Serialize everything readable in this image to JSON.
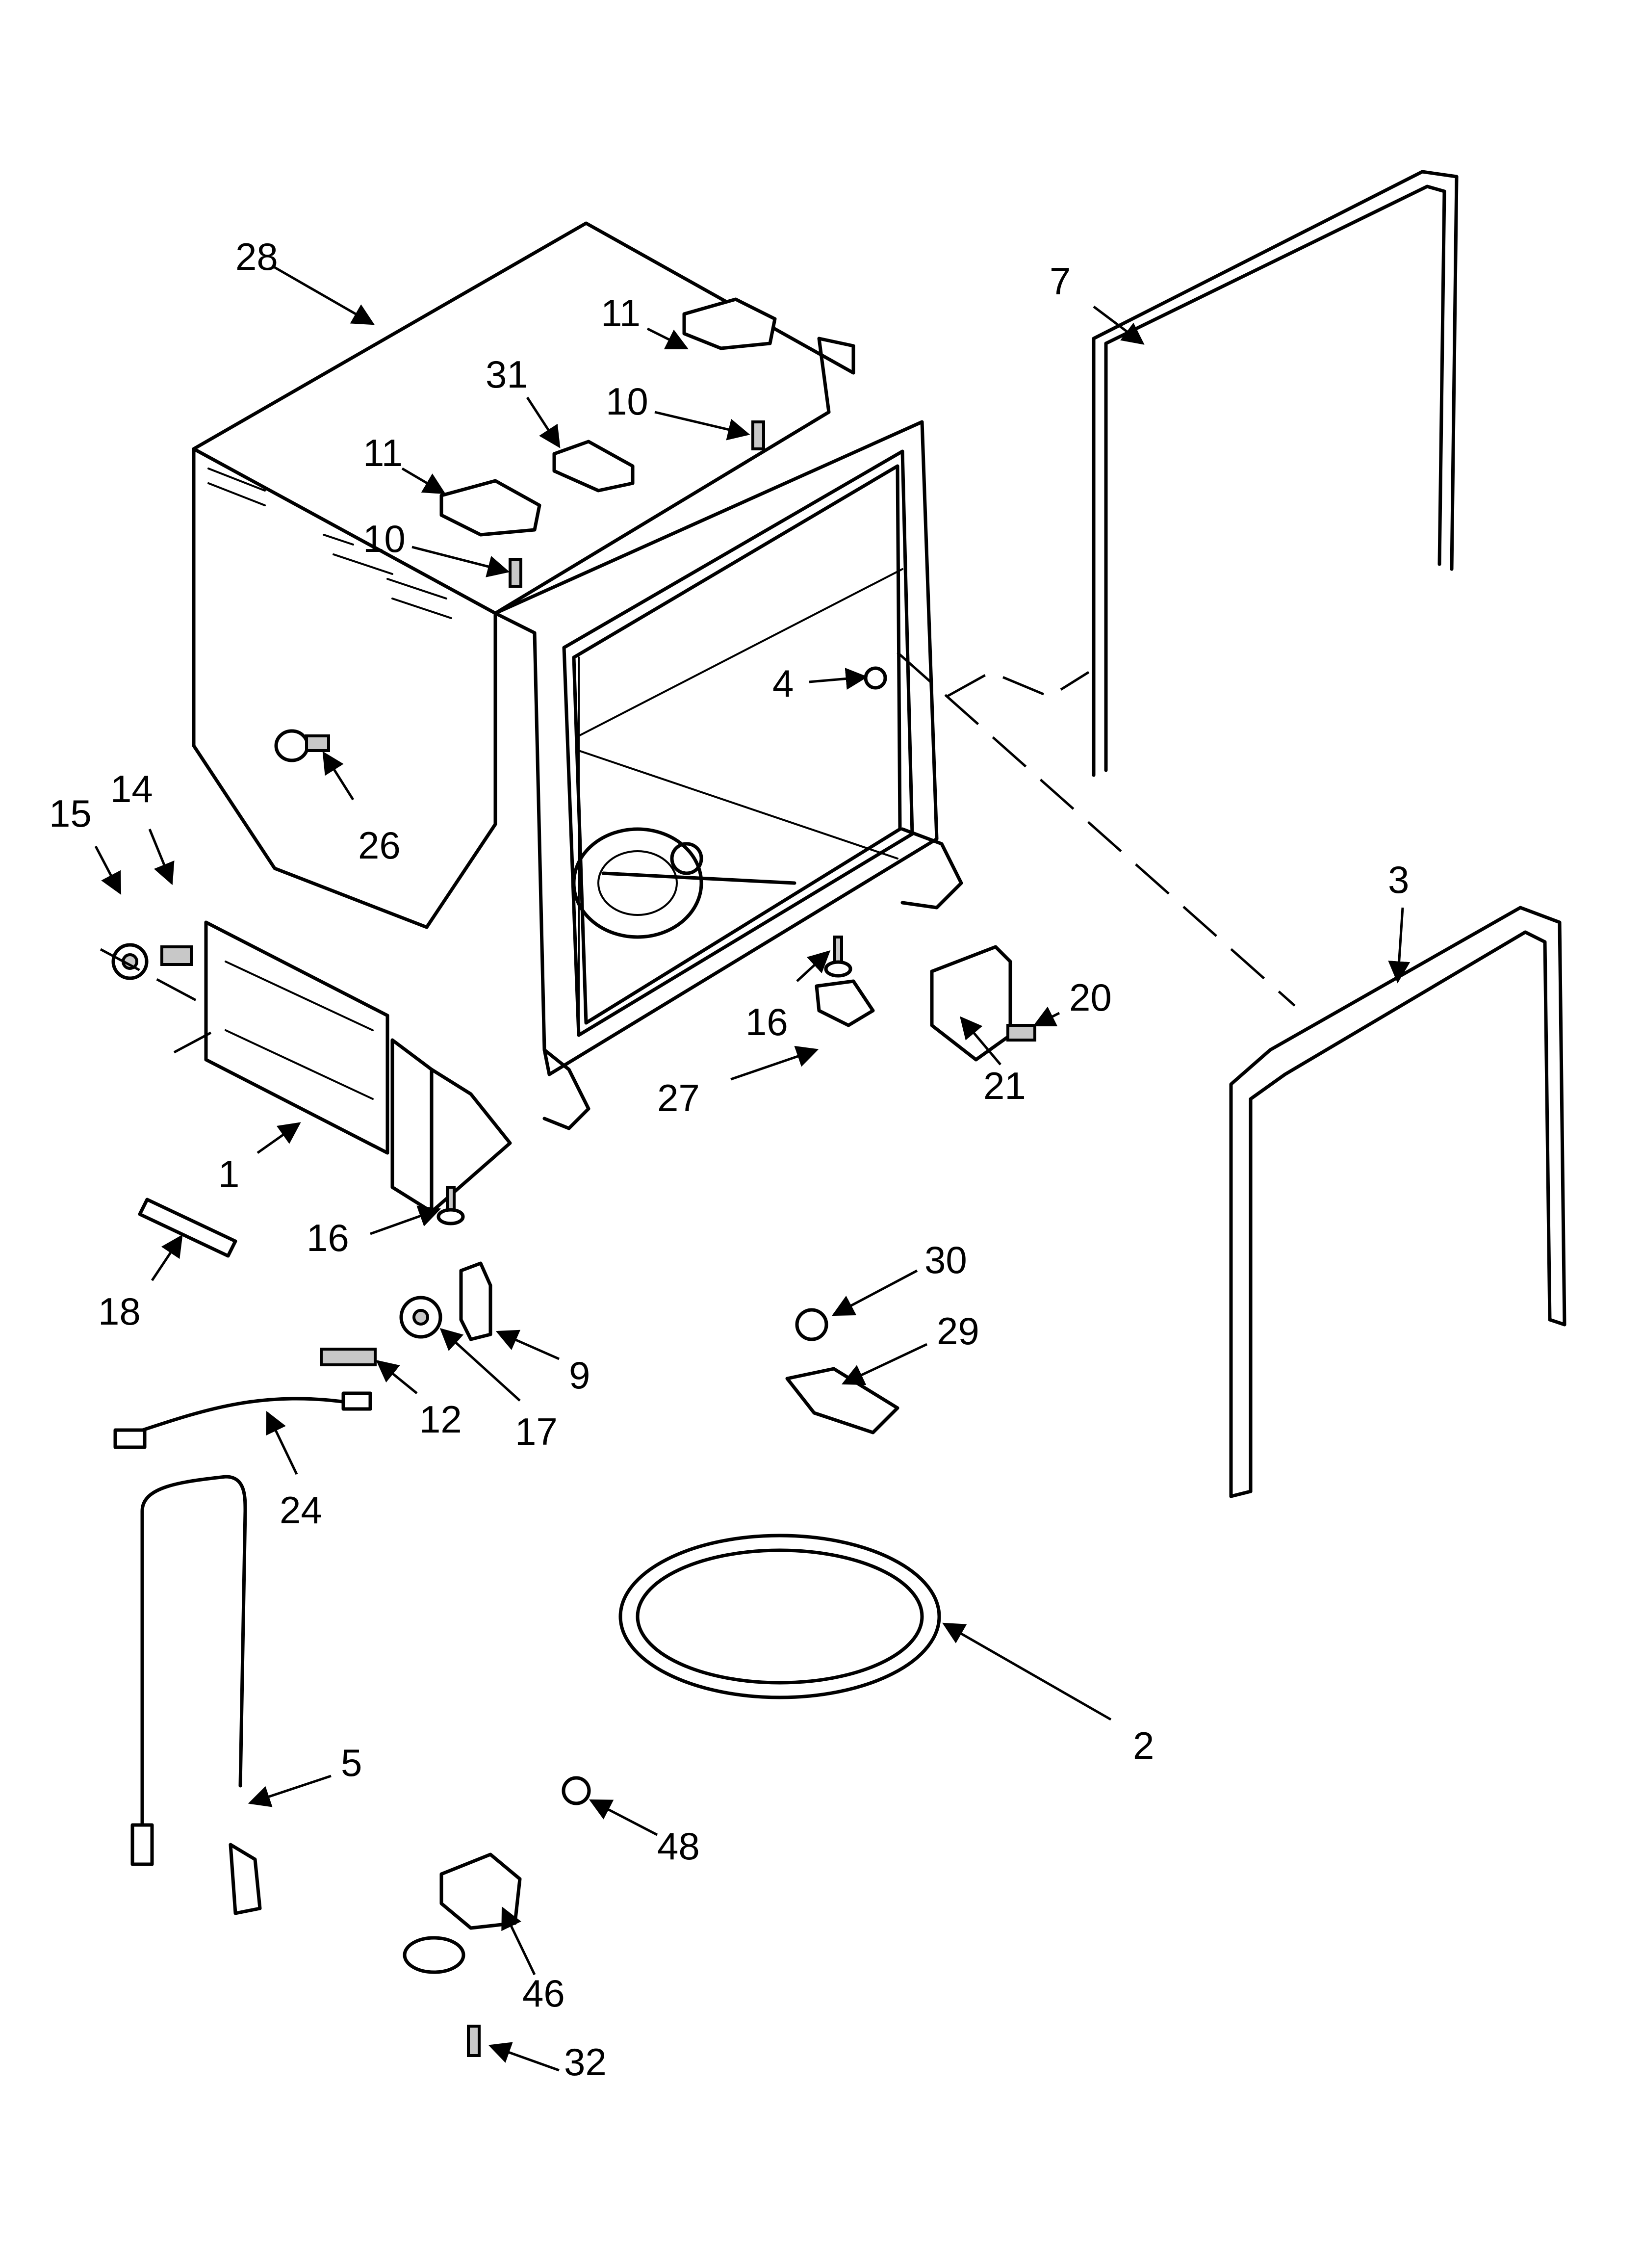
{
  "callouts": [
    {
      "id": "c28",
      "label": "28"
    },
    {
      "id": "c7",
      "label": "7"
    },
    {
      "id": "c11a",
      "label": "11"
    },
    {
      "id": "c10a",
      "label": "10"
    },
    {
      "id": "c31",
      "label": "31"
    },
    {
      "id": "c11b",
      "label": "11"
    },
    {
      "id": "c10b",
      "label": "10"
    },
    {
      "id": "c4",
      "label": "4"
    },
    {
      "id": "c26",
      "label": "26"
    },
    {
      "id": "c15",
      "label": "15"
    },
    {
      "id": "c14",
      "label": "14"
    },
    {
      "id": "c3",
      "label": "3"
    },
    {
      "id": "c20",
      "label": "20"
    },
    {
      "id": "c21",
      "label": "21"
    },
    {
      "id": "c16a",
      "label": "16"
    },
    {
      "id": "c27",
      "label": "27"
    },
    {
      "id": "c1",
      "label": "1"
    },
    {
      "id": "c16b",
      "label": "16"
    },
    {
      "id": "c18",
      "label": "18"
    },
    {
      "id": "c30",
      "label": "30"
    },
    {
      "id": "c29",
      "label": "29"
    },
    {
      "id": "c9",
      "label": "9"
    },
    {
      "id": "c12",
      "label": "12"
    },
    {
      "id": "c17",
      "label": "17"
    },
    {
      "id": "c24",
      "label": "24"
    },
    {
      "id": "c2",
      "label": "2"
    },
    {
      "id": "c5",
      "label": "5"
    },
    {
      "id": "c48",
      "label": "48"
    },
    {
      "id": "c46",
      "label": "46"
    },
    {
      "id": "c32",
      "label": "32"
    }
  ]
}
